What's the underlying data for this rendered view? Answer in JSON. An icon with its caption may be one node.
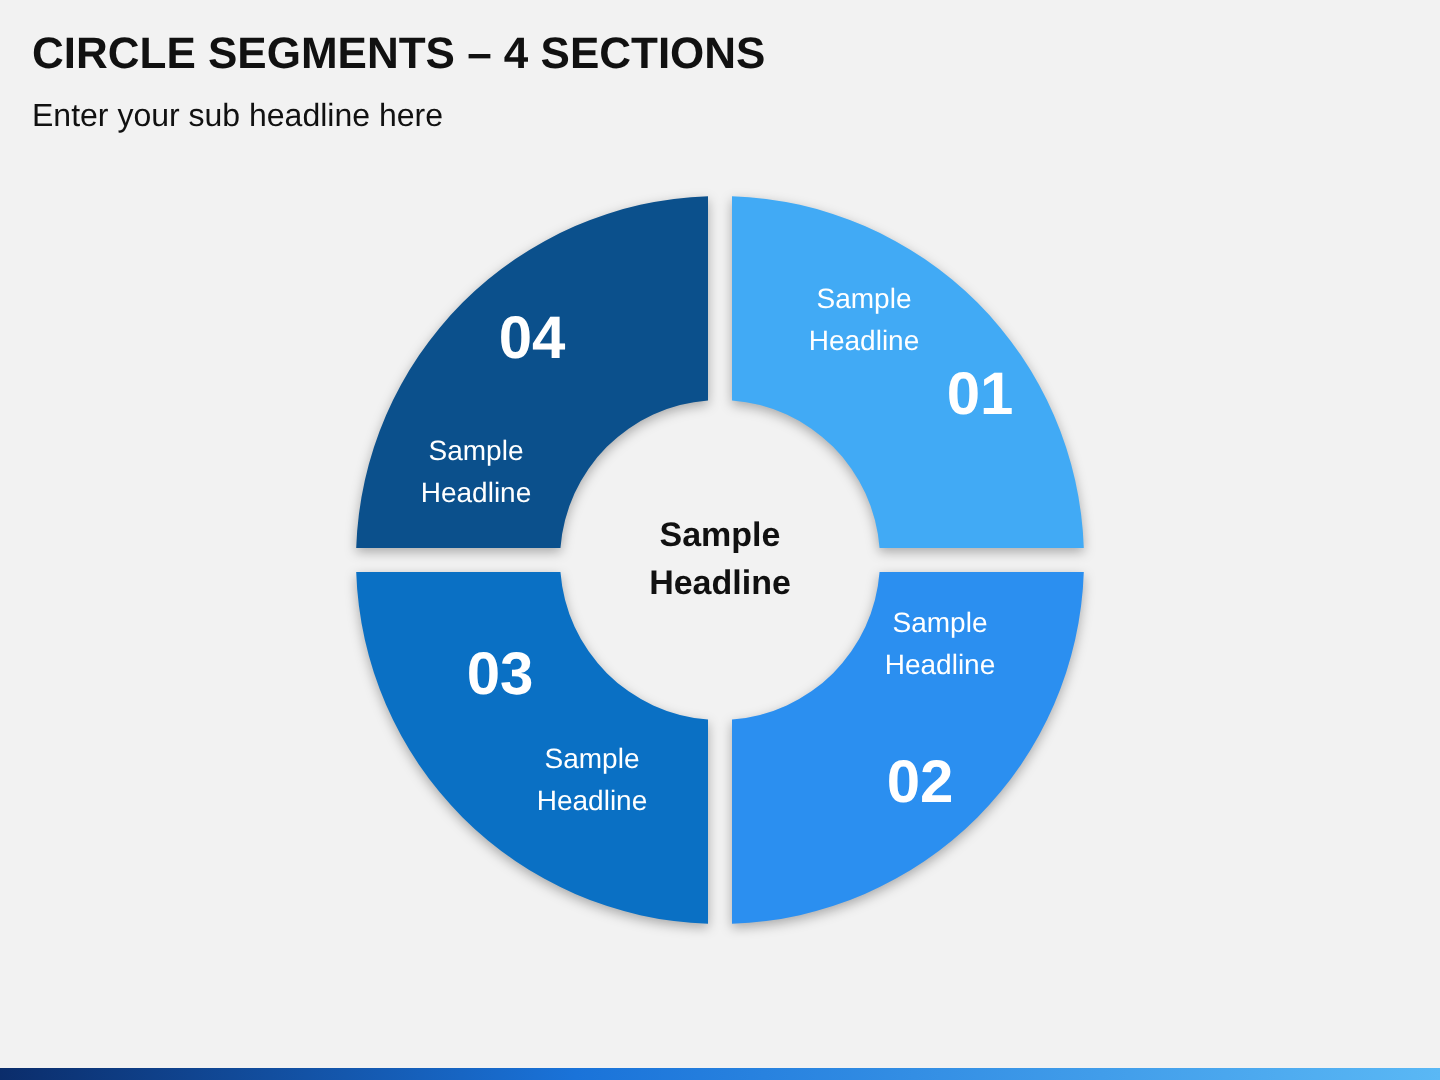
{
  "diagram": {
    "title": "CIRCLE SEGMENTS – 4 SECTIONS",
    "nodes": [
      {
        "text": [
          "Sample Headline",
          "01"
        ]
      },
      {
        "text": [
          "Sample Headline",
          "02"
        ]
      },
      {
        "text": [
          "03",
          "Sample Headline"
        ]
      },
      {
        "text": [
          "04",
          "Sample Headline"
        ]
      },
      {
        "text": [
          "Sample Headline"
        ]
      }
    ],
    "labels": [
      "Enter your sub headline here"
    ]
  }
}
